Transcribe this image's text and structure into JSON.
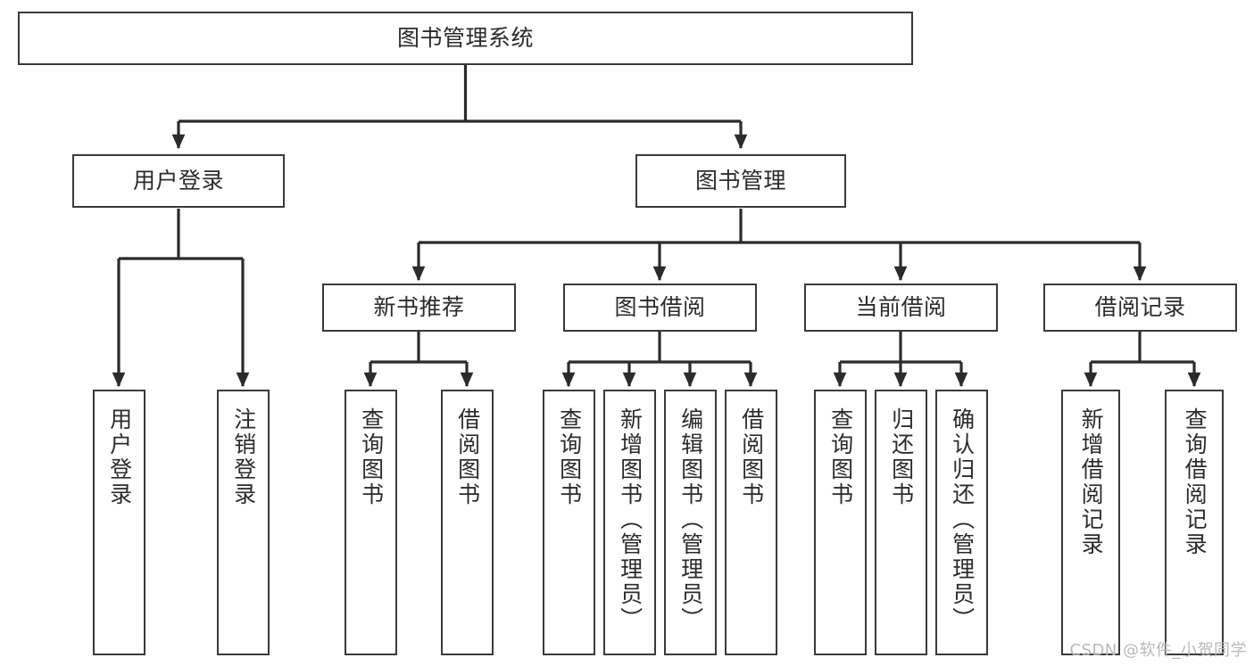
{
  "diagram": {
    "title": "图书管理系统",
    "type": "tree-hierarchy",
    "orientation": "top-down",
    "colors": {
      "box_border": "#3a3a3a",
      "box_fill": "#ffffff",
      "connector": "#2b2b2b",
      "text": "#2b2b2b",
      "watermark": "#b9b9b9",
      "background": "#ffffff"
    }
  },
  "root": {
    "label": "图书管理系统"
  },
  "level1": [
    {
      "label": "用户登录"
    },
    {
      "label": "图书管理"
    }
  ],
  "level2": [
    {
      "label": "新书推荐"
    },
    {
      "label": "图书借阅"
    },
    {
      "label": "当前借阅"
    },
    {
      "label": "借阅记录"
    }
  ],
  "leaves": {
    "user_login": [
      {
        "label": "用户登录"
      },
      {
        "label": "注销登录"
      }
    ],
    "new_book_recommend": [
      {
        "label": "查询图书"
      },
      {
        "label": "借阅图书"
      }
    ],
    "book_borrow": [
      {
        "label": "查询图书"
      },
      {
        "label": "新增图书（管理员）"
      },
      {
        "label": "编辑图书（管理员）"
      },
      {
        "label": "借阅图书"
      }
    ],
    "current_borrow": [
      {
        "label": "查询图书"
      },
      {
        "label": "归还图书"
      },
      {
        "label": "确认归还（管理员）"
      }
    ],
    "borrow_record": [
      {
        "label": "新增借阅记录"
      },
      {
        "label": "查询借阅记录"
      }
    ]
  },
  "watermark": {
    "text": "CSDN @软件_小贺同学"
  }
}
